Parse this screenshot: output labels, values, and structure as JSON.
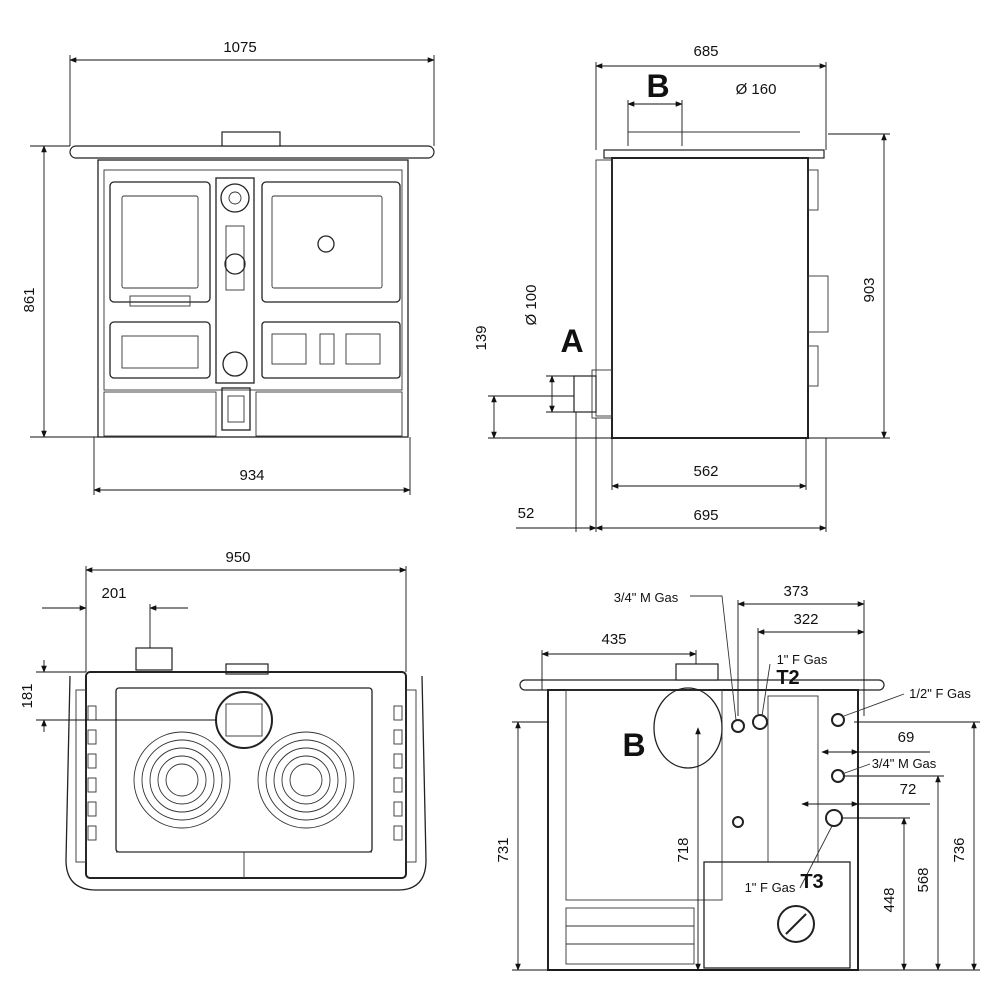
{
  "front_view": {
    "width_top": "1075",
    "width_base": "934",
    "height": "861"
  },
  "side_view": {
    "depth_top": "685",
    "label_b": "B",
    "flue_top": "Ø 160",
    "height": "903",
    "label_a": "A",
    "flue_rear": "Ø 100",
    "flue_height": "139",
    "depth_base": "562",
    "depth_total": "695",
    "offset": "52"
  },
  "top_view": {
    "width": "950",
    "flue_x": "201",
    "flue_y": "181"
  },
  "rear_view": {
    "conn_1": "3/4\" M Gas",
    "dim_373": "373",
    "dim_435": "435",
    "dim_322": "322",
    "conn_2": "1\" F Gas",
    "label_t2": "T2",
    "conn_3": "1/2\" F Gas",
    "label_b": "B",
    "dim_69": "69",
    "conn_4": "3/4\" M Gas",
    "dim_72": "72",
    "dim_736": "736",
    "dim_731": "731",
    "dim_718": "718",
    "dim_568": "568",
    "dim_448": "448",
    "conn_5": "1\" F Gas",
    "label_t3": "T3"
  },
  "arrowhead_icon": "arrowhead-icon"
}
